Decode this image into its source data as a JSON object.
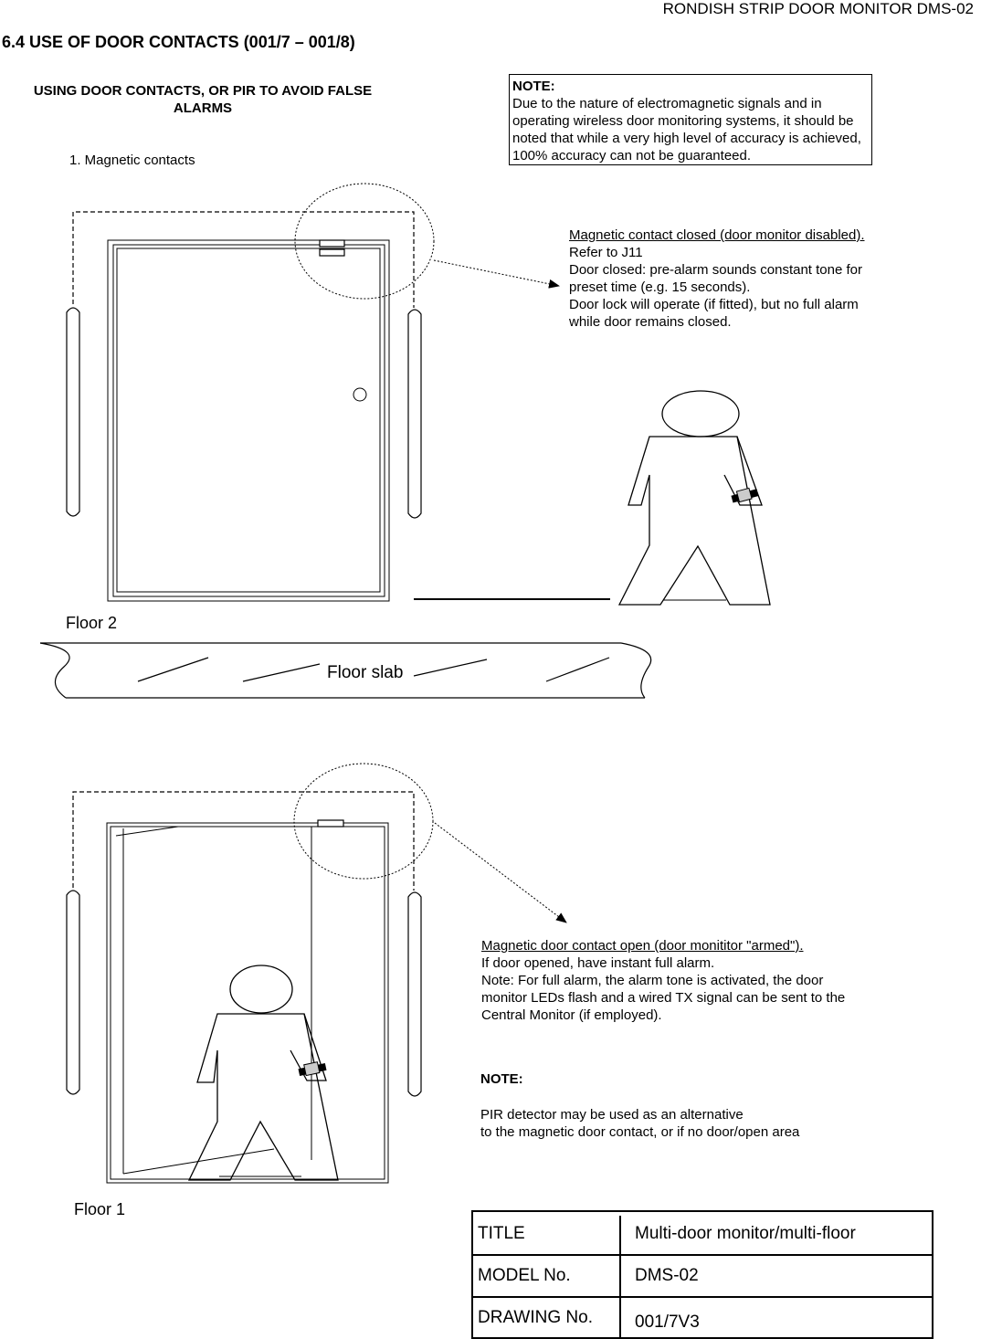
{
  "header": {
    "document": "RONDISH STRIP DOOR MONITOR DMS-02"
  },
  "section": {
    "title": "6.4 USE OF DOOR CONTACTS (001/7 – 001/8)"
  },
  "subtitle": "USING DOOR CONTACTS, OR PIR TO AVOID FALSE ALARMS",
  "item1": "1. Magnetic contacts",
  "note_box": {
    "title": "NOTE:",
    "text": "Due to the nature of electromagnetic signals and in operating wireless door monitoring systems, it should be noted that while a very high level of accuracy is achieved,  100% accuracy can not be guaranteed."
  },
  "floor2": {
    "label": "Floor 2",
    "callout": {
      "heading": "Magnetic contact closed (door monitor disabled).",
      "lines": [
        "Refer to J11",
        "Door closed:  pre-alarm sounds constant tone for",
        "preset time (e.g. 15 seconds).",
        "Door lock will operate (if fitted), but no full alarm",
        "while door remains closed."
      ]
    }
  },
  "slab": {
    "label": "Floor slab"
  },
  "floor1": {
    "label": "Floor 1",
    "callout": {
      "heading": "Magnetic door contact open (door monititor \"armed\").",
      "lines": [
        "If door opened, have instant full alarm.",
        "Note: For full alarm, the alarm tone is activated, the door",
        "monitor LEDs flash and a wired TX signal can be sent to the",
        "Central Monitor (if employed)."
      ]
    },
    "note_title": "NOTE:",
    "note_lines": [
      "PIR detector may be used as an alternative",
      "to the magnetic door contact, or if no door/open area"
    ]
  },
  "title_block": {
    "rows": [
      {
        "label": "TITLE",
        "value": "Multi-door monitor/multi-floor"
      },
      {
        "label": "MODEL No.",
        "value": "DMS-02"
      },
      {
        "label": "DRAWING No.",
        "value": "001/7V3"
      }
    ]
  }
}
